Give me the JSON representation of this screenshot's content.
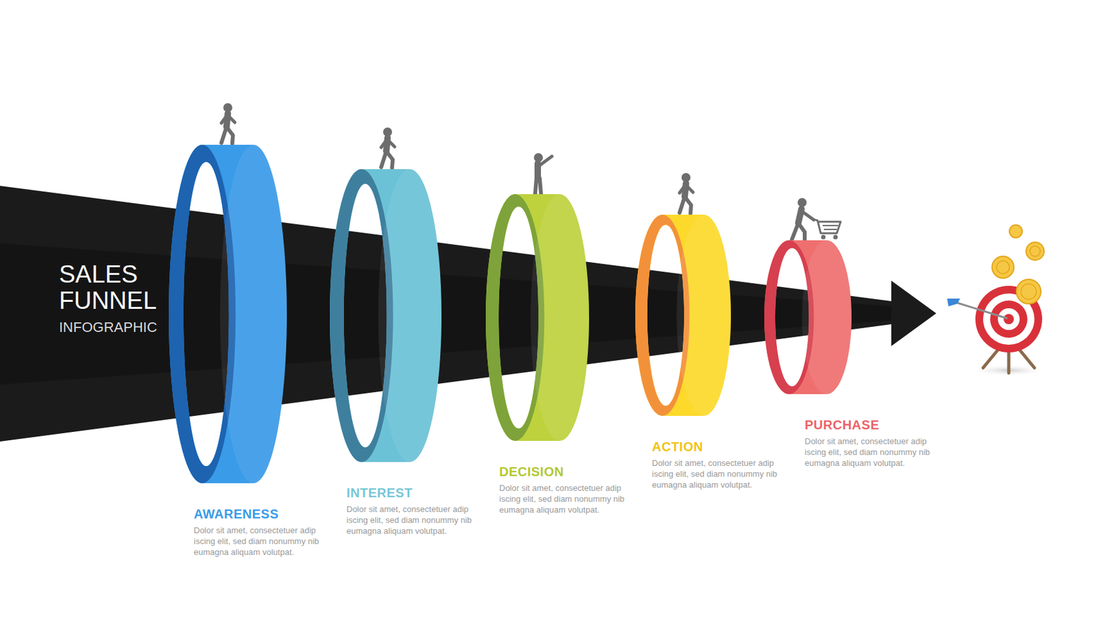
{
  "diagram": {
    "title": "SALES FUNNEL",
    "nodes": [
      {
        "text": [
          "AWARENESS",
          "Dolor sit amet, consectetuer adip iscing elit, sed diam nonummy nib eumagna aliquam volutpat."
        ]
      },
      {
        "text": [
          "INTEREST",
          "Dolor sit amet, consectetuer adip iscing elit, sed diam nonummy nib eumagna aliquam volutpat."
        ]
      },
      {
        "text": [
          "DECISION",
          "Dolor sit amet, consectetuer adip iscing elit, sed diam nonummy nib eumagna aliquam volutpat."
        ]
      },
      {
        "text": [
          "ACTION",
          "Dolor sit amet, consectetuer adip iscing elit, sed diam nonummy nib eumagna aliquam volutpat."
        ]
      },
      {
        "text": [
          "PURCHASE",
          "Dolor sit amet, consectetuer adip iscing elit, sed diam nonummy nib eumagna aliquam volutpat."
        ]
      }
    ],
    "labels": [
      "INFOGRAPHIC"
    ]
  }
}
